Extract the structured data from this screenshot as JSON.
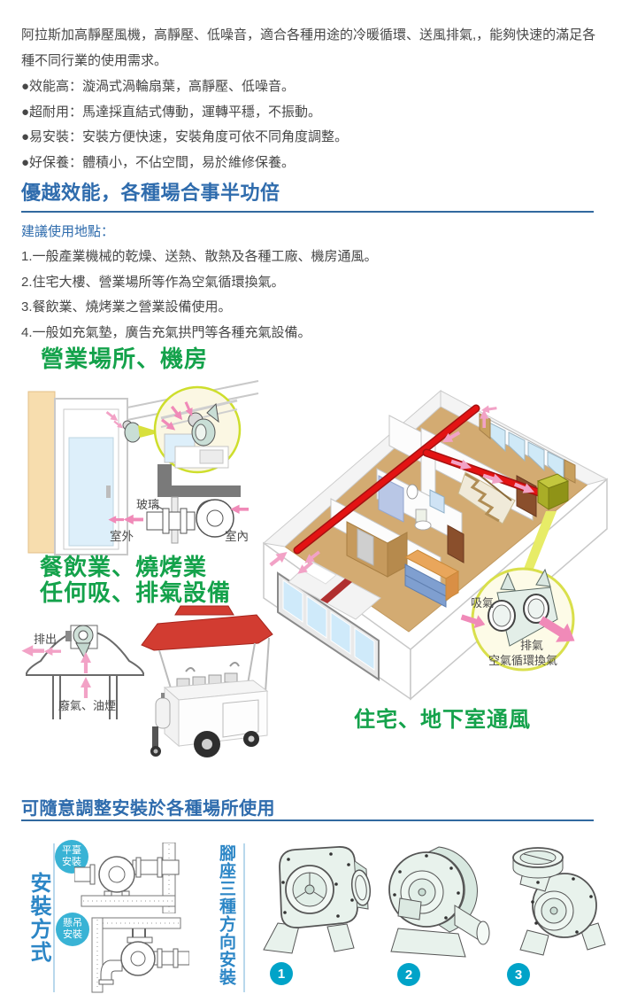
{
  "intro": {
    "paragraph": "阿拉斯加高靜壓風機，高靜壓、低噪音，適合各種用途的冷暖循環、送風排氣,，能夠快速的滿足各種不同行業的使用需求。",
    "bullets": [
      "●效能高：漩渦式渦輪扇葉，高靜壓、低噪音。",
      "●超耐用：馬達採直結式傳動，運轉平穩，不振動。",
      "●易安裝：安裝方便快速，安裝角度可依不同角度調整。",
      "●好保養：體積小，不佔空間，易於維修保養。"
    ]
  },
  "efficiency_section": {
    "heading": "優越效能，各種場合事半功倍",
    "locations_label": "建議使用地點：",
    "locations": [
      "1.一般產業機械的乾燥、送熱、散熱及各種工廠、機房通風。",
      "2.住宅大樓、營業場所等作為空氣循環換氣。",
      "3.餐飲業、燒烤業之營業設備使用。",
      "4.一般如充氣墊，廣告充氣拱門等各種充氣設備。"
    ]
  },
  "scenes": {
    "business": {
      "title": "營業場所、機房",
      "glass_label": "玻璃",
      "outdoor_label": "室外",
      "indoor_label": "室內"
    },
    "restaurant": {
      "title_line1": "餐飲業、燒烤業",
      "title_line2": "任何吸、排氣設備",
      "exhaust_out_label": "排出",
      "fumes_label": "廢氣、油煙"
    },
    "residential": {
      "title": "住宅、地下室通風",
      "intake_label": "吸氣",
      "exhaust_label": "排氣",
      "circulation_label": "空氣循環換氣"
    }
  },
  "install_section": {
    "heading": "可隨意調整安裝於各種場所使用",
    "method_label": "安裝方式",
    "platform_label": "平臺安裝",
    "hanging_label": "懸吊安裝",
    "foot_label": "腳座三種方向安裝",
    "fan_numbers": [
      "1",
      "2",
      "3"
    ]
  },
  "colors": {
    "heading_blue": "#2f6cad",
    "body_text": "#474747",
    "green": "#14a24b",
    "badge_cyan": "#39b3d5",
    "number_badge_teal": "#00a3c8",
    "install_blue": "#2c86c6",
    "duct_red": "#e31313",
    "arrow_pink": "#f2a2c6",
    "callout_border_yellow": "#d9df4b"
  }
}
